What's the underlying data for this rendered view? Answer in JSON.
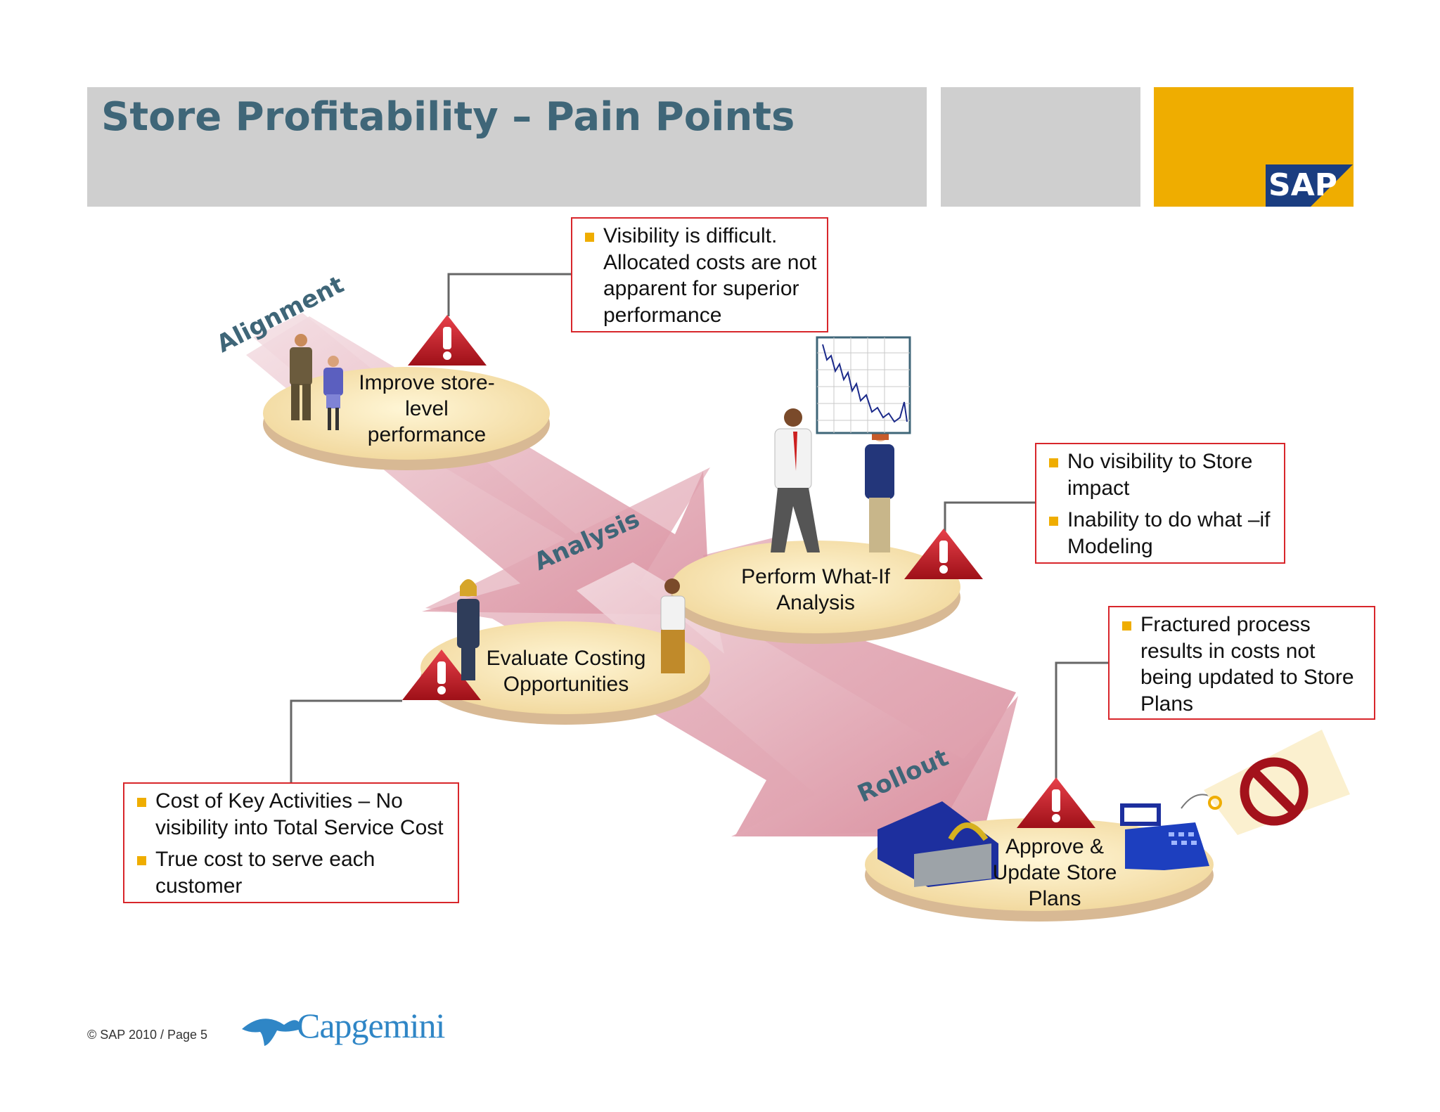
{
  "header": {
    "title": "Store Profitability – Pain Points",
    "logo": "SAP",
    "colors": {
      "title_bg": "#cfcfcf",
      "gold": "#efad00",
      "title_text": "#3f6678",
      "sap_blue": "#1a3d80"
    }
  },
  "stages": [
    "Alignment",
    "Analysis",
    "Rollout"
  ],
  "nodes": [
    {
      "label": "Improve store-\nlevel\nperformance"
    },
    {
      "label": "Perform What-If\nAnalysis"
    },
    {
      "label": "Evaluate Costing\nOpportunities"
    },
    {
      "label": "Approve &\nUpdate Store\nPlans"
    }
  ],
  "callouts": [
    {
      "items": [
        "Visibility is difficult. Allocated costs are not apparent for superior performance"
      ]
    },
    {
      "items": [
        "No visibility to Store impact",
        "Inability to do what –if Modeling"
      ]
    },
    {
      "items": [
        "Fractured process results in costs not being updated to Store Plans"
      ]
    },
    {
      "items": [
        "Cost of Key Activities – No visibility into Total Service Cost",
        "True cost to serve each customer"
      ]
    }
  ],
  "icons": [
    "warning-icon",
    "no-entry-icon",
    "cash-register-icon",
    "printer-icon",
    "trend-chart-icon"
  ],
  "footer": {
    "copyright": "© SAP 2010 / Page 5",
    "partner_logo": "Capgemini"
  }
}
